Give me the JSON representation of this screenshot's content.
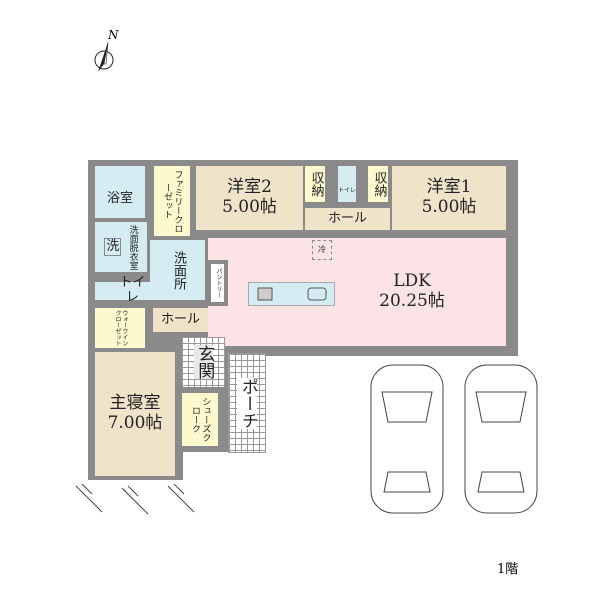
{
  "compass": {
    "label": "N"
  },
  "floor_label": "1階",
  "rooms": {
    "bath": "浴室",
    "family_closet": "ファミリークローゼット",
    "western2": {
      "name": "洋室2",
      "size": "5.00帖"
    },
    "storage_left": "収納",
    "toilet_upper": "トイレ",
    "storage_right": "収納",
    "hall_upper": "ホール",
    "western1": {
      "name": "洋室1",
      "size": "5.00帖"
    },
    "washer": "洗",
    "dressing": "洗面脱衣室",
    "washroom": "洗面所",
    "fridge": "冷",
    "pantry": "パントリー",
    "ldk": {
      "name": "LDK",
      "size": "20.25帖"
    },
    "toilet_lower": "トイレ",
    "walkin": "ウォークインクローゼット",
    "hall_lower": "ホール",
    "entrance": "玄関",
    "shoes": "シューズクローク",
    "porch": "ポーチ",
    "master": {
      "name": "主寝室",
      "size": "7.00帖"
    }
  },
  "colors": {
    "wall": "#8a8a8a",
    "tan": "#efe3c9",
    "blue": "#d5ecf2",
    "yellow": "#fdf9cf",
    "pink": "#fbe3e6"
  }
}
